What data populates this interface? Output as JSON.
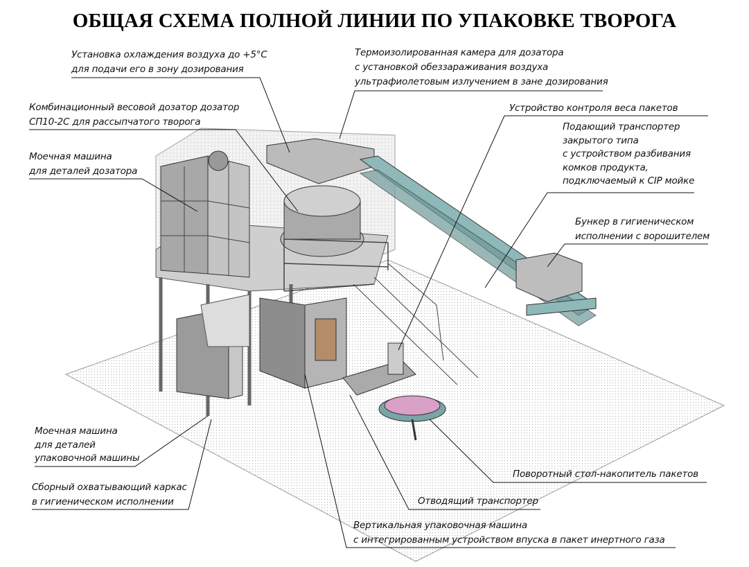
{
  "title": "ОБЩАЯ СХЕМА ПОЛНОЙ ЛИНИИ ПО УПАКОВКЕ ТВОРОГА",
  "labels": {
    "air_cooling": [
      "Установка охлаждения воздуха до +5°С",
      "для подачи его в зону дозирования"
    ],
    "thermo_chamber": [
      "Термоизолированная камера для дозатора",
      "с установкой обеззараживания воздуха",
      "ультрафиолетовым излучением в зане дозирования"
    ],
    "weigher": [
      "Комбинационный весовой дозатор дозатор",
      "СП10-2С для рассыпчатого творога"
    ],
    "washer_doser": [
      "Моечная машина",
      "для деталей дозатора"
    ],
    "checkweigher": [
      "Устройство контроля веса пакетов"
    ],
    "feed_conveyor": [
      "Подающий транспортер",
      "закрытого типа",
      "с устройством разбивания",
      "комков продукта,",
      "подключаемый к CIP мойке"
    ],
    "hopper": [
      "Бункер в гигиеническом",
      "исполнении с ворошителем"
    ],
    "washer_packer": [
      "Моечная машина",
      "для деталей",
      "упаковочной машины"
    ],
    "frame": [
      "Сборный охватывающий каркас",
      "в гигиеническом исполнении"
    ],
    "turntable": [
      "Поворотный стол-накопитель пакетов"
    ],
    "outfeed": [
      "Отводящий транспортер"
    ],
    "vffs": [
      "Вертикальная упаковочная машина",
      "с интегрированным устройством впуска в пакет инертного газа"
    ]
  },
  "colors": {
    "steel": "#9a9a9a",
    "teal": "#8fb8b8",
    "turntable": "#d9a0c8",
    "floor": "#e6e6e6"
  }
}
